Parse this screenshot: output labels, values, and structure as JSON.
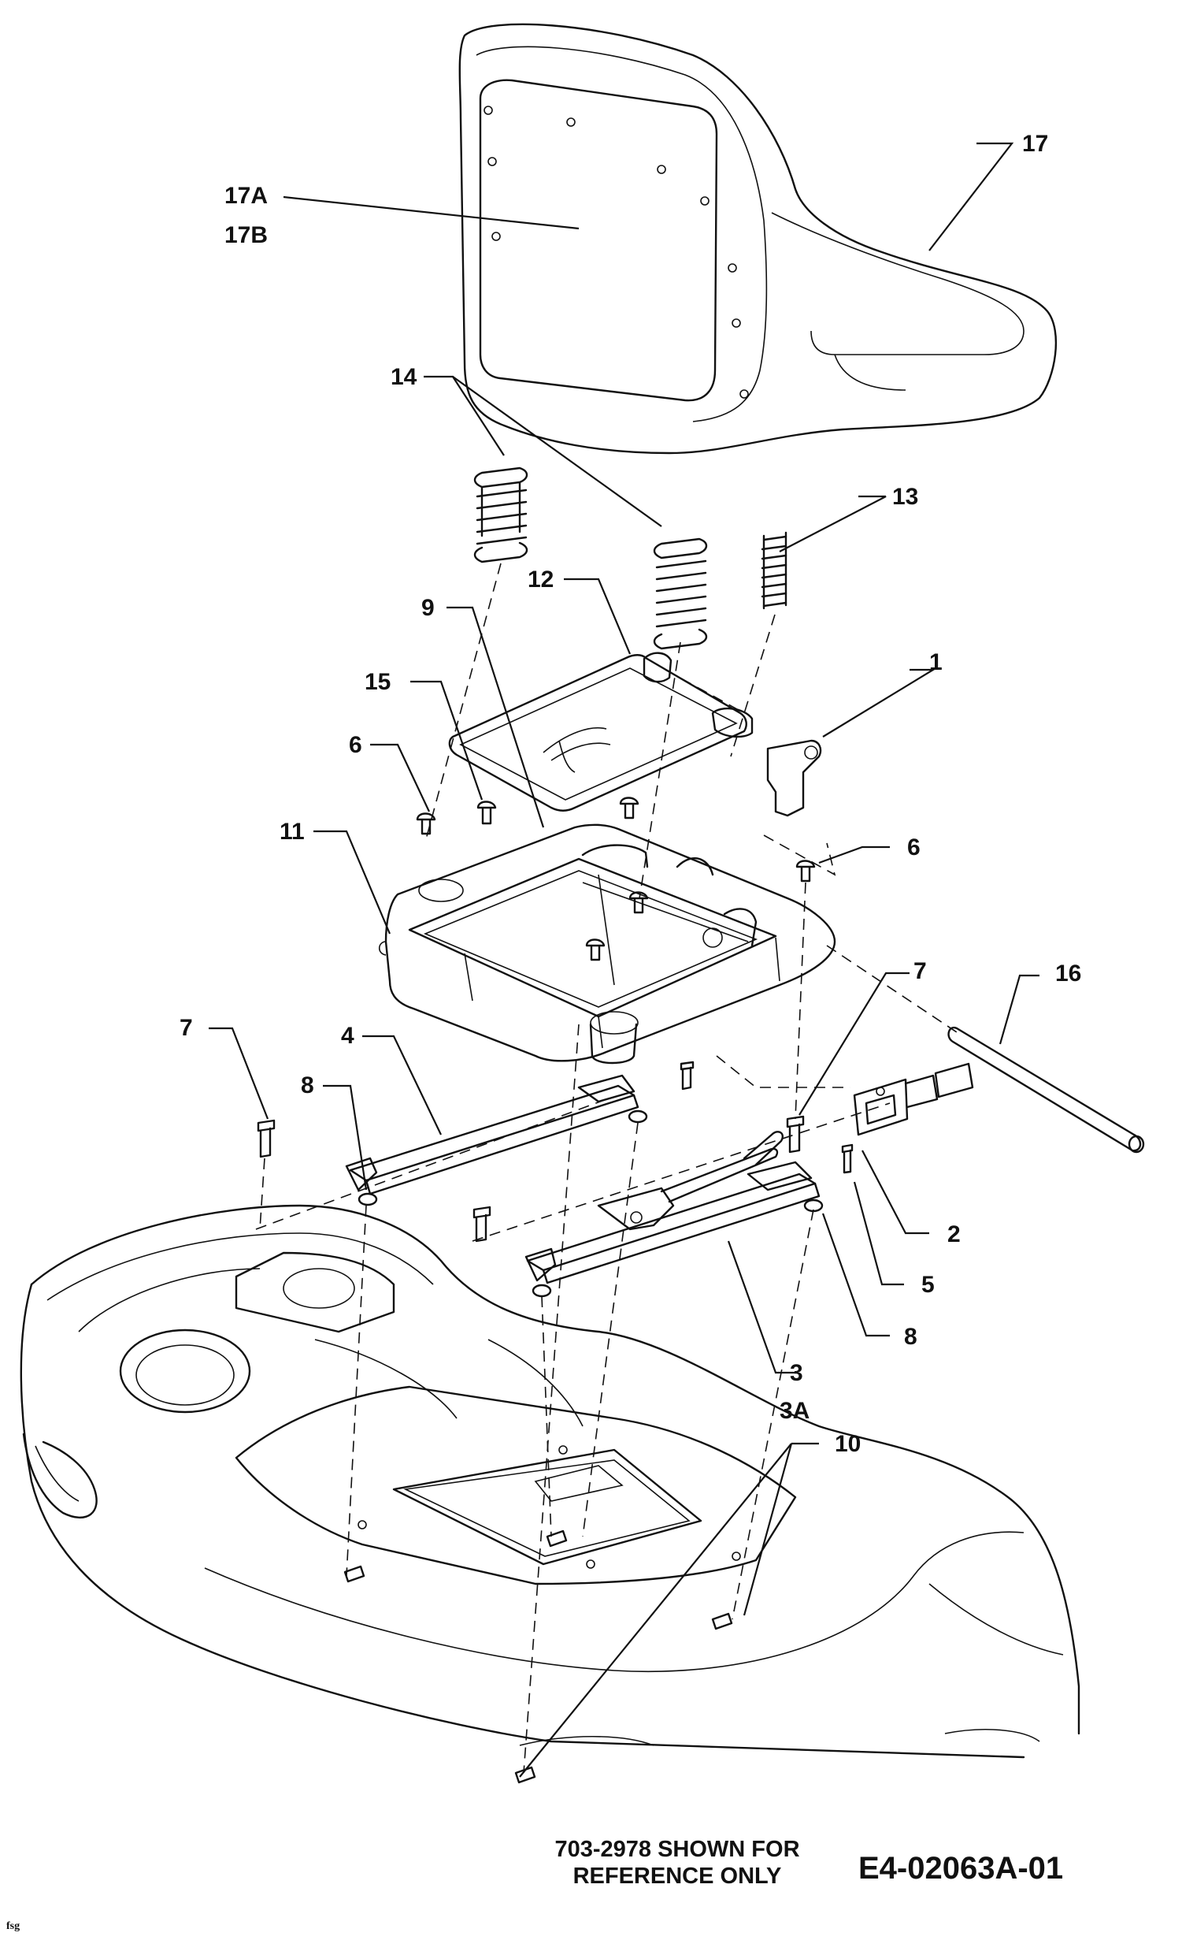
{
  "callouts": {
    "c1": "1",
    "c2": "2",
    "c3": "3",
    "c3a": "3A",
    "c4": "4",
    "c5": "5",
    "c6a": "6",
    "c6b": "6",
    "c7a": "7",
    "c7b": "7",
    "c8a": "8",
    "c8b": "8",
    "c9": "9",
    "c10": "10",
    "c11": "11",
    "c12": "12",
    "c13": "13",
    "c14": "14",
    "c15": "15",
    "c16": "16",
    "c17": "17",
    "c17a": "17A",
    "c17b": "17B"
  },
  "footer": {
    "note_line1": "703-2978 SHOWN FOR",
    "note_line2": "REFERENCE ONLY",
    "drawing_number": "E4-02063A-01",
    "initials": "fsg"
  }
}
